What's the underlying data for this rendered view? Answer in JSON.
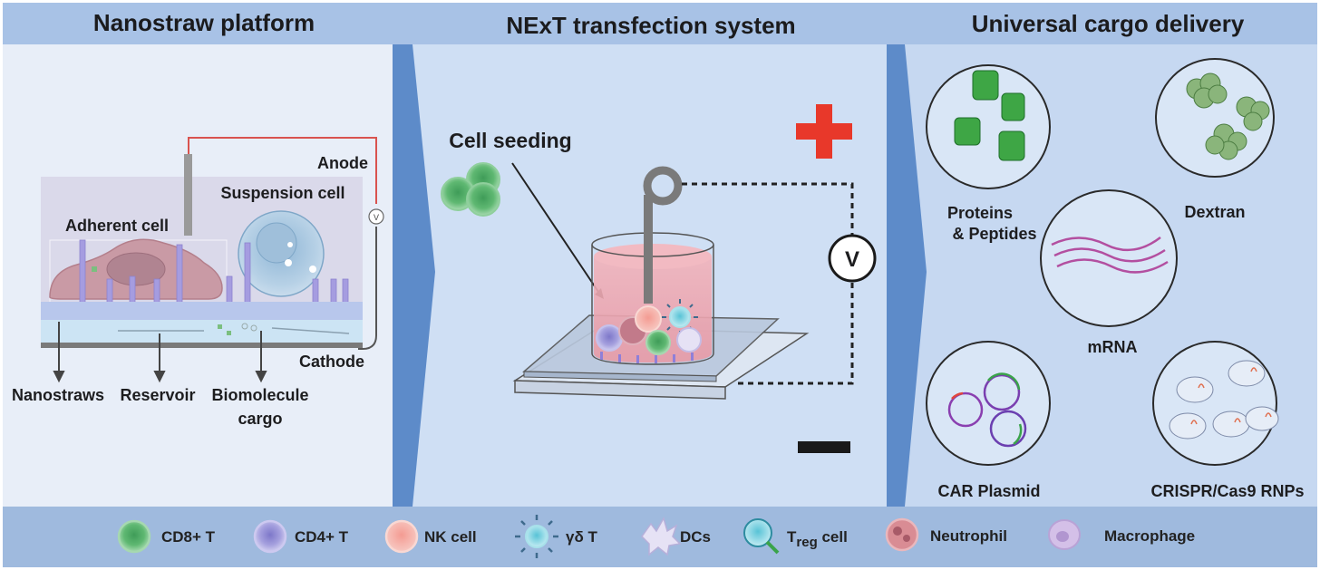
{
  "panels": {
    "left": {
      "title": "Nanostraw platform",
      "labels": {
        "anode": "Anode",
        "suspension_cell": "Suspension cell",
        "adherent_cell": "Adherent cell",
        "cathode": "Cathode",
        "nanostraws": "Nanostraws",
        "reservoir": "Reservoir",
        "cargo_line1": "Biomolecule",
        "cargo_line2": "cargo",
        "voltmeter_small": "V"
      }
    },
    "middle": {
      "title": "NExT transfection system",
      "labels": {
        "cell_seeding": "Cell seeding",
        "voltmeter": "V"
      }
    },
    "right": {
      "title": "Universal cargo delivery",
      "cargo": {
        "proteins_line1": "Proteins",
        "proteins_line2": "& Peptides",
        "dextran": "Dextran",
        "mrna": "mRNA",
        "car_plasmid": "CAR Plasmid",
        "crispr": "CRISPR/Cas9 RNPs"
      }
    }
  },
  "legend": {
    "cd8": "CD8+ T",
    "cd4": "CD4+ T",
    "nk": "NK cell",
    "gdt": "γδ T",
    "dcs": "DCs",
    "treg_main": "T",
    "treg_sub": "reg",
    "treg_rest": " cell",
    "neutrophil": "Neutrophil",
    "macrophage": "Macrophage"
  },
  "colors": {
    "header_bg": "#a8c2e6",
    "panel_left_bg": "#e8eef8",
    "panel_mid_bg": "#cfdff4",
    "panel_right_bg": "#c6d8f1",
    "legend_bg": "#9fbade",
    "chevron": "#5d8bc9",
    "plus_red": "#e8382a",
    "minus_black": "#1a1a1a",
    "wire_red": "#d9534f",
    "nanostraw_purple": "#9b8fd6",
    "cd8_green": "#58b26e",
    "cd4_purple": "#9d98d8",
    "nk_pink": "#f2a7a0",
    "treg_cyan": "#7fd0df",
    "neutrophil_pink": "#d98c94",
    "macrophage_lilac": "#c9b3e0"
  }
}
